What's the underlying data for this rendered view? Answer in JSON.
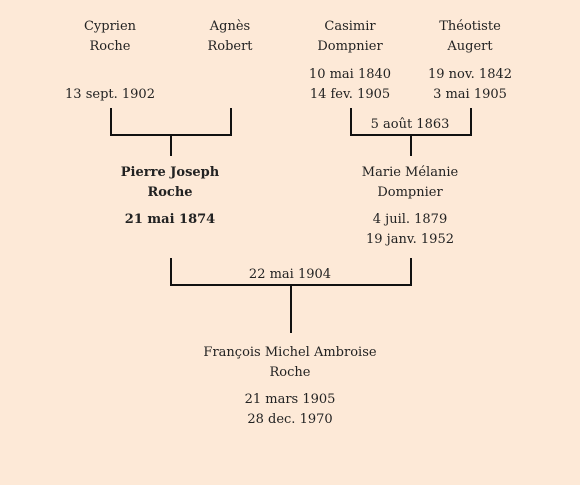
{
  "grandparents_paternal": {
    "father": {
      "first": "Cyprien",
      "last": "Roche",
      "death": "13 sept. 1902"
    },
    "mother": {
      "first": "Agnès",
      "last": "Robert"
    }
  },
  "grandparents_maternal": {
    "father": {
      "first": "Casimir",
      "last": "Dompnier",
      "birth": "10 mai 1840",
      "death": "14 fev. 1905"
    },
    "mother": {
      "first": "Théotiste",
      "last": "Augert",
      "birth": "19 nov. 1842",
      "death": "3 mai 1905"
    },
    "marriage": "5 août 1863"
  },
  "father": {
    "first": "Pierre Joseph",
    "last": "Roche",
    "birth": "21 mai 1874"
  },
  "mother": {
    "first": "Marie Mélanie",
    "last": "Dompnier",
    "birth": "4 juil. 1879",
    "death": "19 janv. 1952"
  },
  "parents_marriage": "22 mai 1904",
  "child": {
    "first": "François Michel Ambroise",
    "last": "Roche",
    "birth": "21 mars 1905",
    "death": "28 dec. 1970"
  }
}
